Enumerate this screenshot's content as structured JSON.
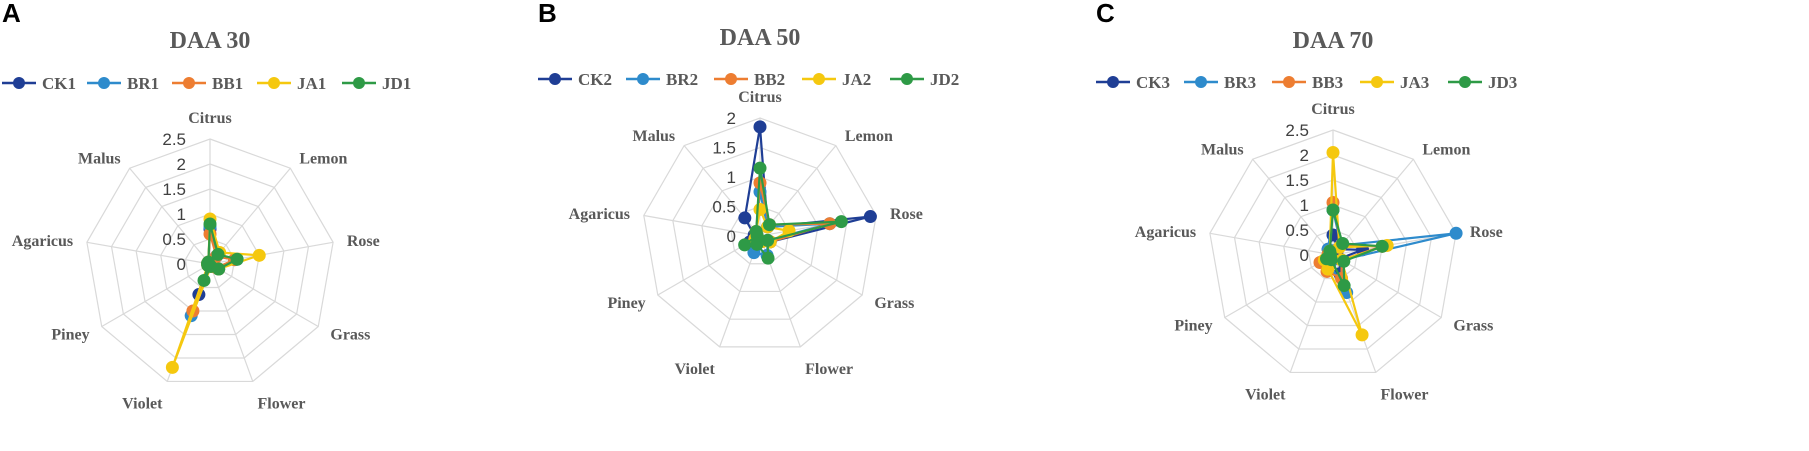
{
  "colors": {
    "series": [
      "#1f3e95",
      "#2e8bcc",
      "#ed7d31",
      "#f5c80f",
      "#2e9a46"
    ],
    "grid": "#d9d9d9"
  },
  "chart_data": [
    {
      "type": "radar",
      "panel": "A",
      "title": "DAA 30",
      "axes": [
        "Citrus",
        "Lemon",
        "Rose",
        "Grass",
        "Flower",
        "Violet",
        "Piney",
        "Agaricus",
        "Malus"
      ],
      "rlim": [
        0,
        2.5
      ],
      "ticks": [
        "0",
        "0.5",
        "1",
        "1.5",
        "2",
        "2.5"
      ],
      "tick_values": [
        0,
        0.5,
        1,
        1.5,
        2,
        2.5
      ],
      "legend_position": "top",
      "series": [
        {
          "name": "CK1",
          "values": [
            0.7,
            0.2,
            0.5,
            0.2,
            0.05,
            0.65,
            0.05,
            0.05,
            0.05
          ]
        },
        {
          "name": "BR1",
          "values": [
            0.75,
            0.2,
            0.55,
            0.2,
            0.05,
            1.1,
            0.05,
            0.05,
            0.05
          ]
        },
        {
          "name": "BB1",
          "values": [
            0.6,
            0.2,
            0.5,
            0.15,
            0.05,
            1.0,
            0.05,
            0.05,
            0.05
          ]
        },
        {
          "name": "JA1",
          "values": [
            0.9,
            0.3,
            1.0,
            0.2,
            0.05,
            2.2,
            0.05,
            0.05,
            0.05
          ]
        },
        {
          "name": "JD1",
          "values": [
            0.8,
            0.25,
            0.55,
            0.2,
            0.05,
            0.35,
            0.05,
            0.05,
            0.05
          ]
        }
      ]
    },
    {
      "type": "radar",
      "panel": "B",
      "title": "DAA 50",
      "axes": [
        "Citrus",
        "Lemon",
        "Rose",
        "Grass",
        "Flower",
        "Violet",
        "Piney",
        "Agaricus",
        "Malus"
      ],
      "rlim": [
        0,
        2
      ],
      "ticks": [
        "0",
        "0.5",
        "1",
        "1.5",
        "2"
      ],
      "tick_values": [
        0,
        0.5,
        1,
        1.5,
        2
      ],
      "legend_position": "top",
      "series": [
        {
          "name": "CK2",
          "values": [
            1.85,
            0.2,
            1.9,
            0.2,
            0.1,
            0.15,
            0.2,
            0.1,
            0.4
          ]
        },
        {
          "name": "BR2",
          "values": [
            0.75,
            0.2,
            1.2,
            0.15,
            0.35,
            0.3,
            0.1,
            0.05,
            0.1
          ]
        },
        {
          "name": "BB2",
          "values": [
            0.9,
            0.25,
            1.2,
            0.2,
            0.1,
            0.1,
            0.1,
            0.05,
            0.1
          ]
        },
        {
          "name": "JA2",
          "values": [
            0.45,
            0.2,
            0.5,
            0.2,
            0.1,
            0.1,
            0.1,
            0.05,
            0.1
          ]
        },
        {
          "name": "JD2",
          "values": [
            1.15,
            0.25,
            1.4,
            0.15,
            0.4,
            0.15,
            0.3,
            0.05,
            0.1
          ]
        }
      ]
    },
    {
      "type": "radar",
      "panel": "C",
      "title": "DAA 70",
      "axes": [
        "Citrus",
        "Lemon",
        "Rose",
        "Grass",
        "Flower",
        "Violet",
        "Piney",
        "Agaricus",
        "Malus"
      ],
      "rlim": [
        0,
        2.5
      ],
      "ticks": [
        "0",
        "0.5",
        "1",
        "1.5",
        "2",
        "2.5"
      ],
      "tick_values": [
        0,
        0.5,
        1,
        1.5,
        2,
        2.5
      ],
      "legend_position": "top",
      "series": [
        {
          "name": "CK3",
          "values": [
            0.4,
            0.15,
            0.6,
            0.15,
            0.4,
            0.15,
            0.1,
            0.05,
            0.15
          ]
        },
        {
          "name": "BR3",
          "values": [
            0.9,
            0.25,
            2.5,
            0.2,
            0.8,
            0.2,
            0.15,
            0.05,
            0.15
          ]
        },
        {
          "name": "BB3",
          "values": [
            1.05,
            0.25,
            1.0,
            0.2,
            0.5,
            0.35,
            0.3,
            0.1,
            0.1
          ]
        },
        {
          "name": "JA3",
          "values": [
            2.05,
            0.2,
            1.1,
            0.2,
            1.7,
            0.3,
            0.2,
            0.05,
            0.1
          ]
        },
        {
          "name": "JD3",
          "values": [
            0.9,
            0.3,
            1.0,
            0.25,
            0.65,
            0.1,
            0.15,
            0.05,
            0.1
          ]
        }
      ]
    }
  ]
}
